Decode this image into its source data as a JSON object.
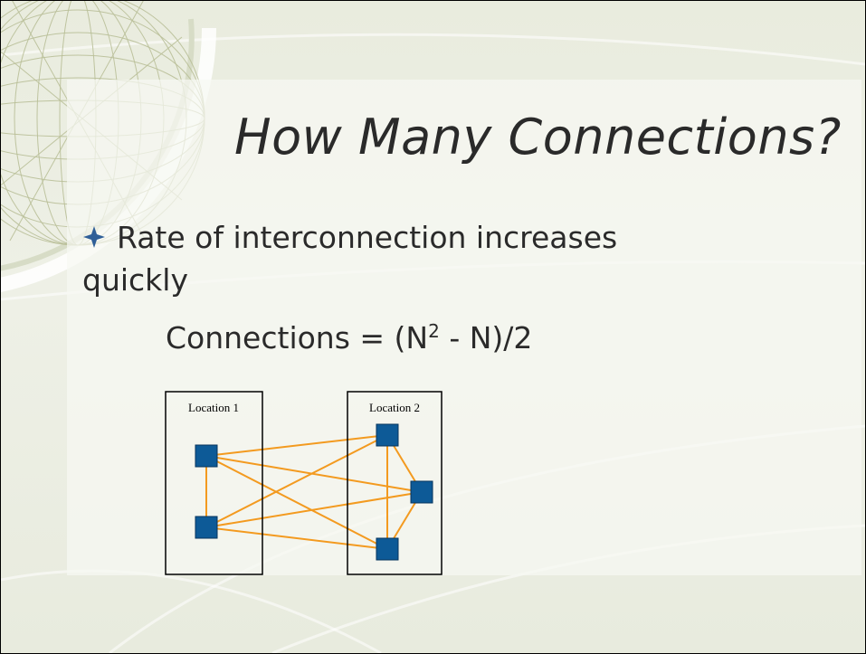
{
  "slide": {
    "title": "How Many Connections?",
    "bullet": "Rate of interconnection increases quickly",
    "formula": {
      "prefix": "Connections = (N",
      "exponent": "2",
      "suffix": " - N)/2"
    }
  },
  "diagram": {
    "locations": [
      {
        "label": "Location 1",
        "nodes": [
          "n1",
          "n2"
        ]
      },
      {
        "label": "Location 2",
        "nodes": [
          "n3",
          "n4",
          "n5"
        ]
      }
    ],
    "edges": [
      [
        "n1",
        "n2"
      ],
      [
        "n1",
        "n3"
      ],
      [
        "n1",
        "n4"
      ],
      [
        "n1",
        "n5"
      ],
      [
        "n2",
        "n3"
      ],
      [
        "n2",
        "n4"
      ],
      [
        "n2",
        "n5"
      ],
      [
        "n3",
        "n4"
      ],
      [
        "n3",
        "n5"
      ],
      [
        "n4",
        "n5"
      ]
    ],
    "colors": {
      "node_fill": "#0d5a97",
      "edge": "#f39a1f",
      "box_stroke": "#000000"
    }
  },
  "theme": {
    "bullet_icon": "four-point-star-icon",
    "bullet_color": "#2f5f98",
    "decoration": "wireframe-globe"
  }
}
